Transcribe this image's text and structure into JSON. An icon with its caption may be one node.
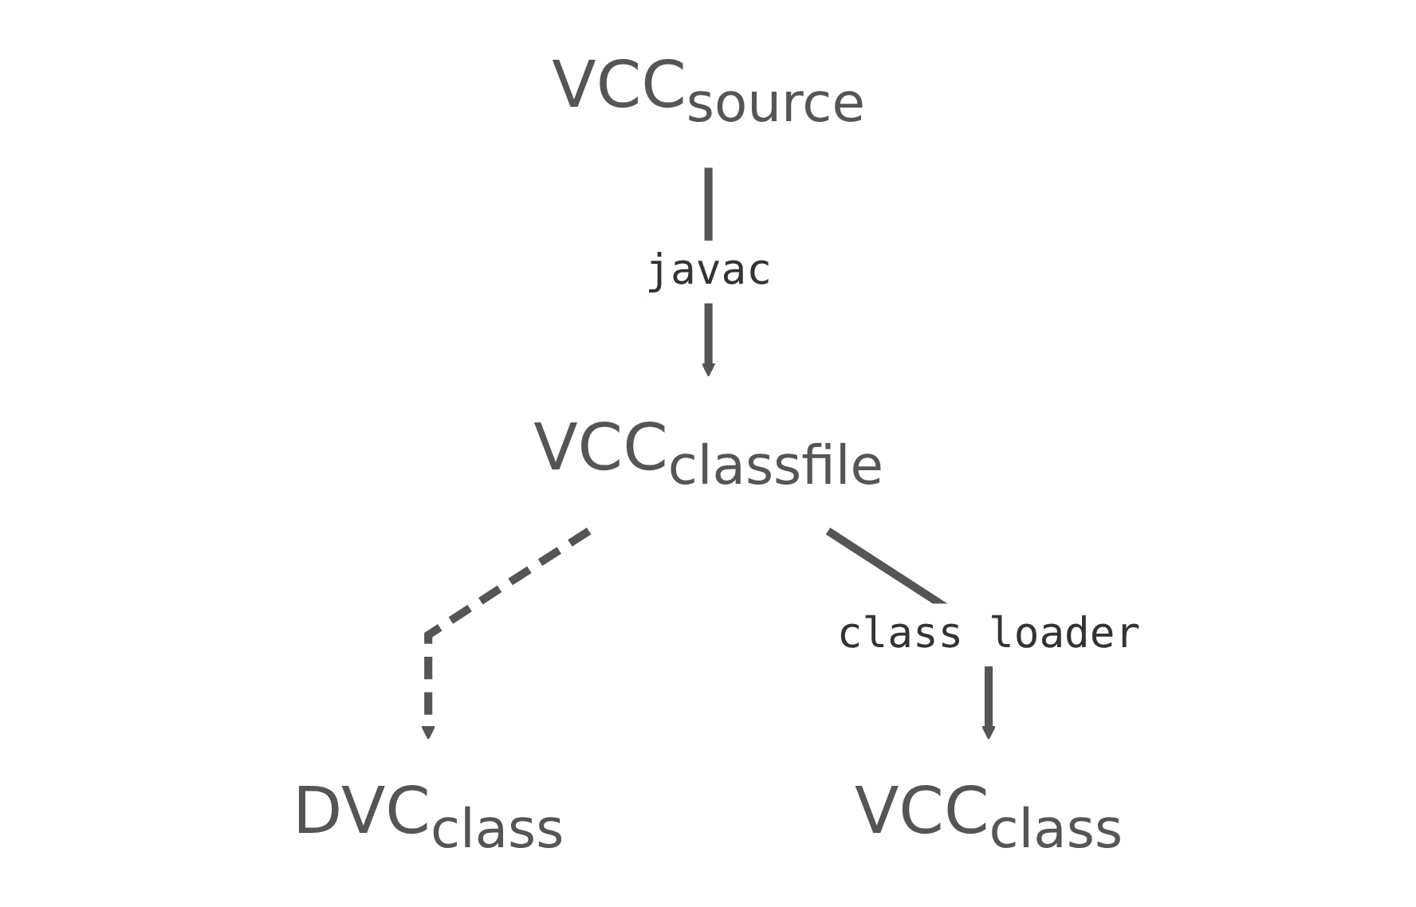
{
  "diagram": {
    "nodes": [
      {
        "text": [
          "VCC$_{source}$"
        ]
      },
      {
        "text": [
          "VCC$_{classfile}$"
        ]
      },
      {
        "text": [
          "DVC$_{class}$"
        ]
      },
      {
        "text": [
          "VCC$_{class}$"
        ]
      }
    ],
    "edges": [
      {
        "from": 0,
        "to": 1,
        "arrow": "to",
        "label": "javac"
      },
      {
        "from": 1,
        "to": 2,
        "arrow": "to",
        "style": "dashed"
      },
      {
        "from": 1,
        "to": 3,
        "arrow": "to",
        "label": "class loader"
      }
    ]
  }
}
